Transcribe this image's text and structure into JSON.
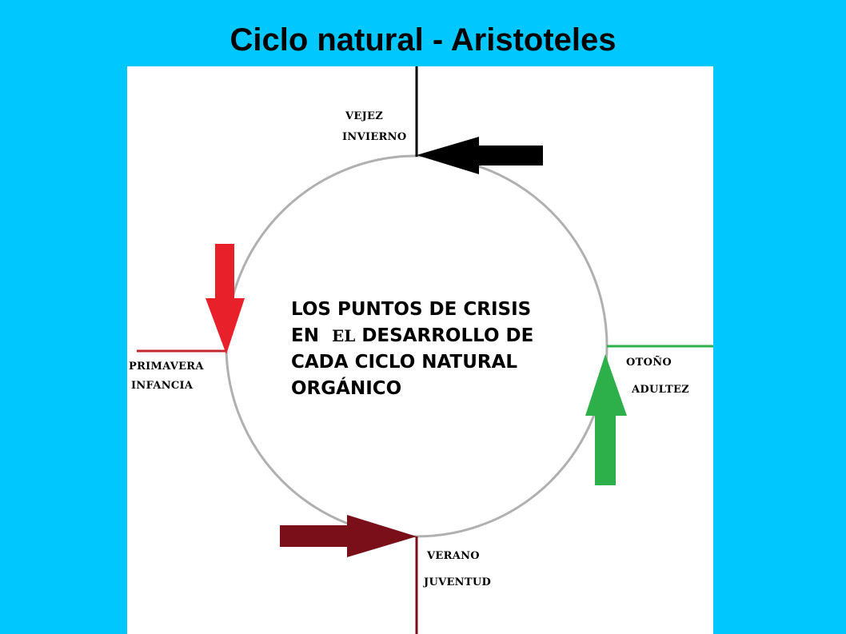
{
  "slide": {
    "title": "Ciclo natural - Aristoteles"
  },
  "diagram": {
    "center_text": {
      "line1": "LOS PUNTOS DE CRISIS",
      "line2_a": "EN",
      "line2_b": "EL",
      "line2_c": "DESARROLLO DE",
      "line3": "CADA CICLO NATURAL",
      "line4": "ORGÁNICO"
    },
    "stages": [
      {
        "season": "VEJEZ",
        "phase": "INVIERNO",
        "color": "#000000"
      },
      {
        "season": "PRIMAVERA",
        "phase": "INFANCIA",
        "color": "#e8202a"
      },
      {
        "season": "OTOÑO",
        "phase": "ADULTEZ",
        "color": "#2db04a"
      },
      {
        "season": "VERANO",
        "phase": "JUVENTUD",
        "color": "#7a0f1a"
      }
    ],
    "circle_color": "#b0b0b0"
  }
}
